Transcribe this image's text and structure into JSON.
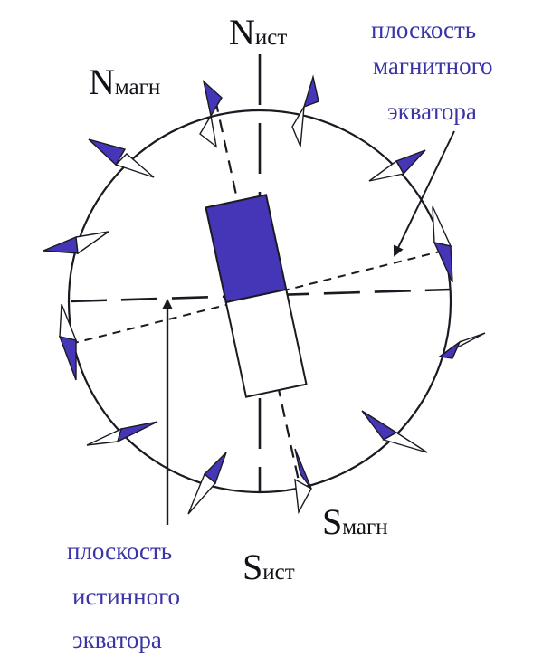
{
  "labels": {
    "n_true_main": "N",
    "n_true_sub": "ист",
    "n_mag_main": "N",
    "n_mag_sub": "магн",
    "s_true_main": "S",
    "s_true_sub": "ист",
    "s_mag_main": "S",
    "s_mag_sub": "магн",
    "mag_equator": [
      "плоскость",
      "магнитного",
      "экватора"
    ],
    "true_equator": [
      "плоскость",
      "истинного",
      "экватора"
    ]
  },
  "colors": {
    "ink": "#1a1a22",
    "accent": "#4536b8",
    "text_blue": "#3a34a6"
  }
}
